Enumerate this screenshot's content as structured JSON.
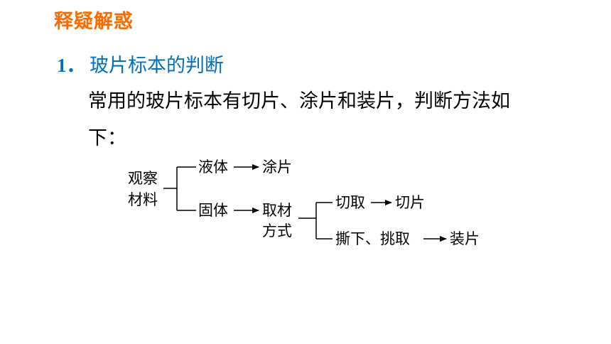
{
  "header": {
    "section_title": "释疑解惑",
    "section_color": "#ff6a00"
  },
  "topic": {
    "number": "1．",
    "title": "玻片标本的判断",
    "color": "#0070c0"
  },
  "body": {
    "line1": "常用的玻片标本有切片、涂片和装片，判断方法如",
    "line2": "下："
  },
  "diagram": {
    "root_line1": "观察",
    "root_line2": "材料",
    "liquid": "液体",
    "smear": "涂片",
    "solid": "固体",
    "method_line1": "取材",
    "method_line2": "方式",
    "cut": "切取",
    "section": "切片",
    "tear_pick": "撕下、挑取",
    "mount": "装片"
  }
}
